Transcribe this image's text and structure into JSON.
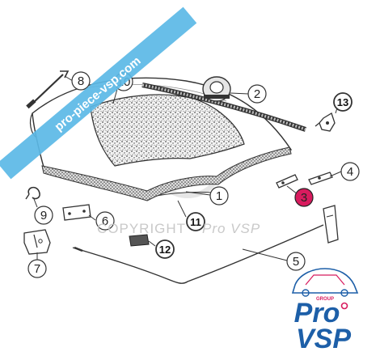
{
  "watermark": {
    "banner_text": "pro-piece-vsp.com",
    "copyright_text": "COPYRIGHT",
    "copyright_brand": "Pro VSP"
  },
  "logo": {
    "group_label": "GROUP",
    "line1": "Pro",
    "line2": "VSP"
  },
  "callouts": [
    {
      "label": "1",
      "highlight": false
    },
    {
      "label": "2",
      "highlight": false
    },
    {
      "label": "3",
      "highlight": true
    },
    {
      "label": "4",
      "highlight": false
    },
    {
      "label": "5",
      "highlight": false
    },
    {
      "label": "6",
      "highlight": false
    },
    {
      "label": "7",
      "highlight": false
    },
    {
      "label": "8",
      "highlight": false
    },
    {
      "label": "9",
      "highlight": false
    },
    {
      "label": "10",
      "highlight": false
    },
    {
      "label": "11",
      "highlight": false
    },
    {
      "label": "12",
      "highlight": false
    },
    {
      "label": "13",
      "highlight": false
    }
  ],
  "colors": {
    "banner": "#5bb8e6",
    "highlight": "#d81b5e",
    "line": "#333333",
    "logo_blue": "#1d5fa8",
    "logo_pink": "#d81b5e"
  }
}
